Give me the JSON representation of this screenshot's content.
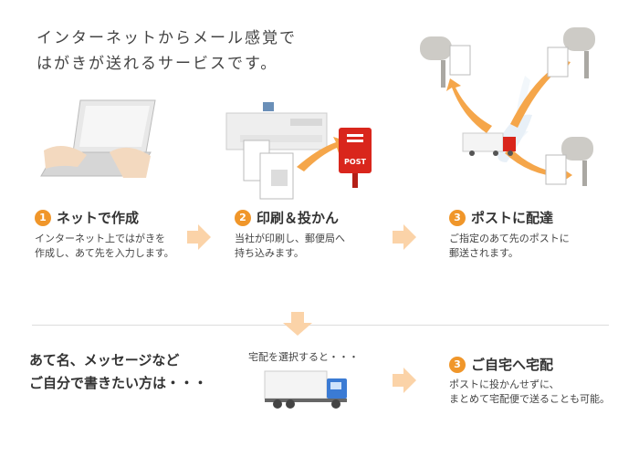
{
  "headline": {
    "line1": "インターネットからメール感覚で",
    "line2": "はがきが送れるサービスです。"
  },
  "steps": [
    {
      "num": "1",
      "title": "ネットで作成",
      "desc1": "インターネット上ではがきを",
      "desc2": "作成し、あて先を入力します。"
    },
    {
      "num": "2",
      "title": "印刷＆投かん",
      "desc1": "当社が印刷し、郵便局へ",
      "desc2": "持ち込みます。"
    },
    {
      "num": "3",
      "title": "ポストに配達",
      "desc1": "ご指定のあて先のポストに",
      "desc2": "郵送されます。"
    }
  ],
  "post_label": "POST",
  "bottom": {
    "left_line1": "あて名、メッセージなど",
    "left_line2": "ご自分で書きたい方は・・・",
    "delivery_note": "宅配を選択すると・・・",
    "step": {
      "num": "3",
      "title": "ご自宅へ宅配",
      "desc1": "ポストに投かんせずに、",
      "desc2": "まとめて宅配便で送ることも可能。"
    }
  },
  "colors": {
    "accent": "#f0962a",
    "arrow": "#fbd3a8",
    "postbox": "#d9261c"
  }
}
